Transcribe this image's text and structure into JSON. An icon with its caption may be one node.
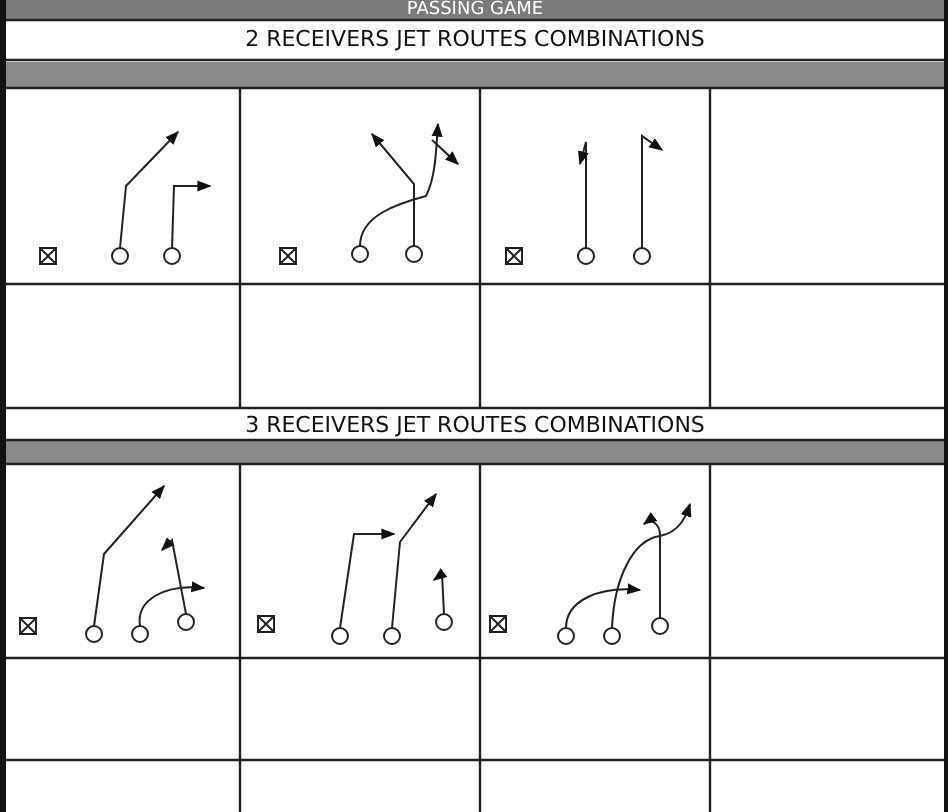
{
  "diagram": {
    "title": "PASSING GAME",
    "labels": [
      "2 RECEIVERS JET ROUTES COMBINATIONS",
      "3 RECEIVERS JET ROUTES COMBINATIONS"
    ]
  }
}
